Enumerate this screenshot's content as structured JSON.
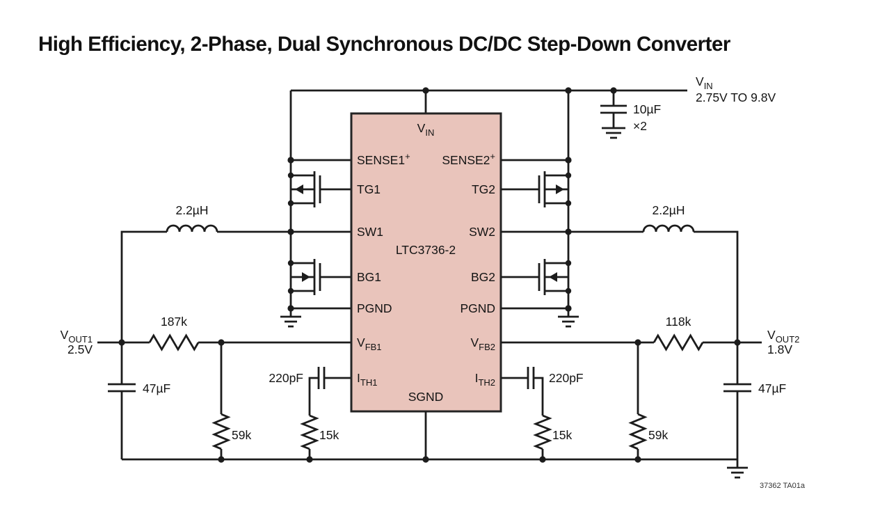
{
  "title": "High Efficiency, 2-Phase, Dual Synchronous DC/DC Step-Down Converter",
  "colors": {
    "ic_fill": "#e9c4bb",
    "line": "#1c1c1c",
    "background": "#ffffff"
  },
  "ic": {
    "part_number": "LTC3736-2",
    "pin_vin": {
      "main": "V",
      "sub": "IN"
    },
    "pin_sense1": {
      "main": "SENSE1",
      "sup": "+"
    },
    "pin_sense2": {
      "main": "SENSE2",
      "sup": "+"
    },
    "pin_tg1": "TG1",
    "pin_tg2": "TG2",
    "pin_sw1": "SW1",
    "pin_sw2": "SW2",
    "pin_bg1": "BG1",
    "pin_bg2": "BG2",
    "pin_pgnd1": "PGND",
    "pin_pgnd2": "PGND",
    "pin_vfb1": {
      "main": "V",
      "sub": "FB1"
    },
    "pin_vfb2": {
      "main": "V",
      "sub": "FB2"
    },
    "pin_ith1": {
      "main": "I",
      "sub": "TH1"
    },
    "pin_ith2": {
      "main": "I",
      "sub": "TH2"
    },
    "pin_sgnd": "SGND"
  },
  "input": {
    "label": {
      "main": "V",
      "sub": "IN"
    },
    "range": "2.75V TO 9.8V",
    "cap": "10µF",
    "cap_qty": "×2"
  },
  "channel1": {
    "inductor": "2.2µH",
    "vout": {
      "main": "V",
      "sub": "OUT1"
    },
    "vout_value": "2.5V",
    "out_cap": "47µF",
    "fb_top": "187k",
    "fb_bottom": "59k",
    "comp_cap": "220pF",
    "comp_res": "15k"
  },
  "channel2": {
    "inductor": "2.2µH",
    "vout": {
      "main": "V",
      "sub": "OUT2"
    },
    "vout_value": "1.8V",
    "out_cap": "47µF",
    "fb_top": "118k",
    "fb_bottom": "59k",
    "comp_cap": "220pF",
    "comp_res": "15k"
  },
  "footer": {
    "note": "37362 TA01a"
  }
}
